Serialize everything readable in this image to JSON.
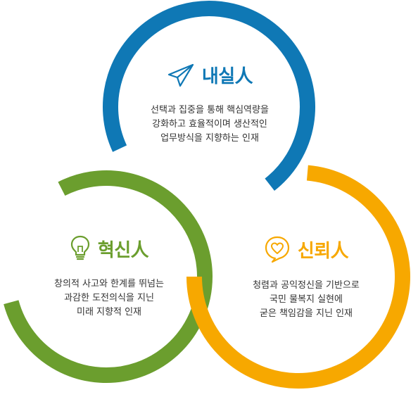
{
  "colors": {
    "blue": "#0f78b5",
    "green": "#6b9e2e",
    "orange": "#f7a800",
    "text": "#333333"
  },
  "rings": [
    {
      "name": "blue-ring",
      "color": "blue",
      "start_deg": 155,
      "end_deg": 412
    },
    {
      "name": "green-ring",
      "color": "green",
      "start_deg": -117,
      "end_deg": 165
    },
    {
      "name": "orange-ring",
      "color": "orange",
      "start_deg": -85,
      "end_deg": 180
    }
  ],
  "sections": {
    "naesil": {
      "title": "내실人",
      "icon": "paper-plane-icon",
      "color": "blue",
      "lines": [
        "선택과 집중을 통해 핵심역량을",
        "강화하고 효율적이며 생산적인",
        "업무방식을 지향하는 인재"
      ]
    },
    "hyeoksin": {
      "title": "혁신人",
      "icon": "lightbulb-icon",
      "color": "green",
      "lines": [
        "창의적 사고와 한계를 뛰넘는",
        "과감한 도전의식을 지닌",
        "미래 지향적 인재"
      ]
    },
    "sinroe": {
      "title": "신뢰人",
      "icon": "heart-bubble-icon",
      "color": "orange",
      "lines": [
        "청렴과 공익정신을 기반으로",
        "국민 물복지 실현에",
        "굳은 책임감을 지닌 인재"
      ]
    }
  }
}
